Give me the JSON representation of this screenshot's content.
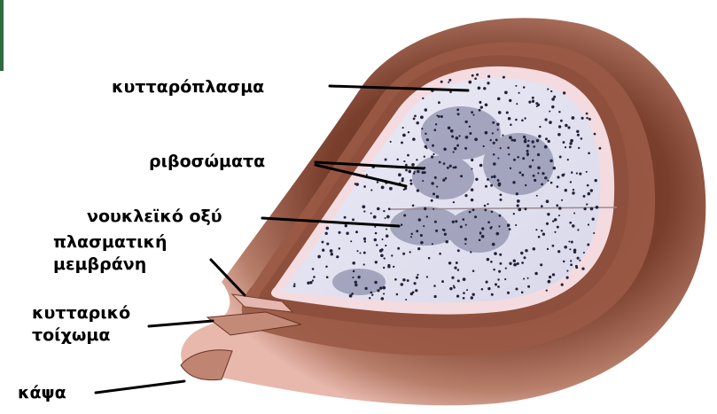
{
  "diagram": {
    "labels": {
      "cytoplasm": "κυτταρόπλασμα",
      "ribosomes": "ριβοσώματα",
      "nucleic_acid": "νουκλεϊκό οξύ",
      "plasma_membrane_line1": "πλασματική",
      "plasma_membrane_line2": "μεμβράνη",
      "cell_wall_line1": "κυτταρικό",
      "cell_wall_line2": "τοίχωμα",
      "capsule": "κάψα"
    },
    "colors": {
      "capsule_outer": "#e8b8ad",
      "capsule_mid": "#b77e6a",
      "capsule_dark": "#7a3e2c",
      "cell_wall": "#8e4f3c",
      "membrane_light": "#f3dbe0",
      "cytoplasm": "#e3e2f1",
      "ribosome_dots": "#22223a",
      "nucleoid": "#8f90ad",
      "label_text": "#000000",
      "leader_lines": "#000000"
    }
  }
}
